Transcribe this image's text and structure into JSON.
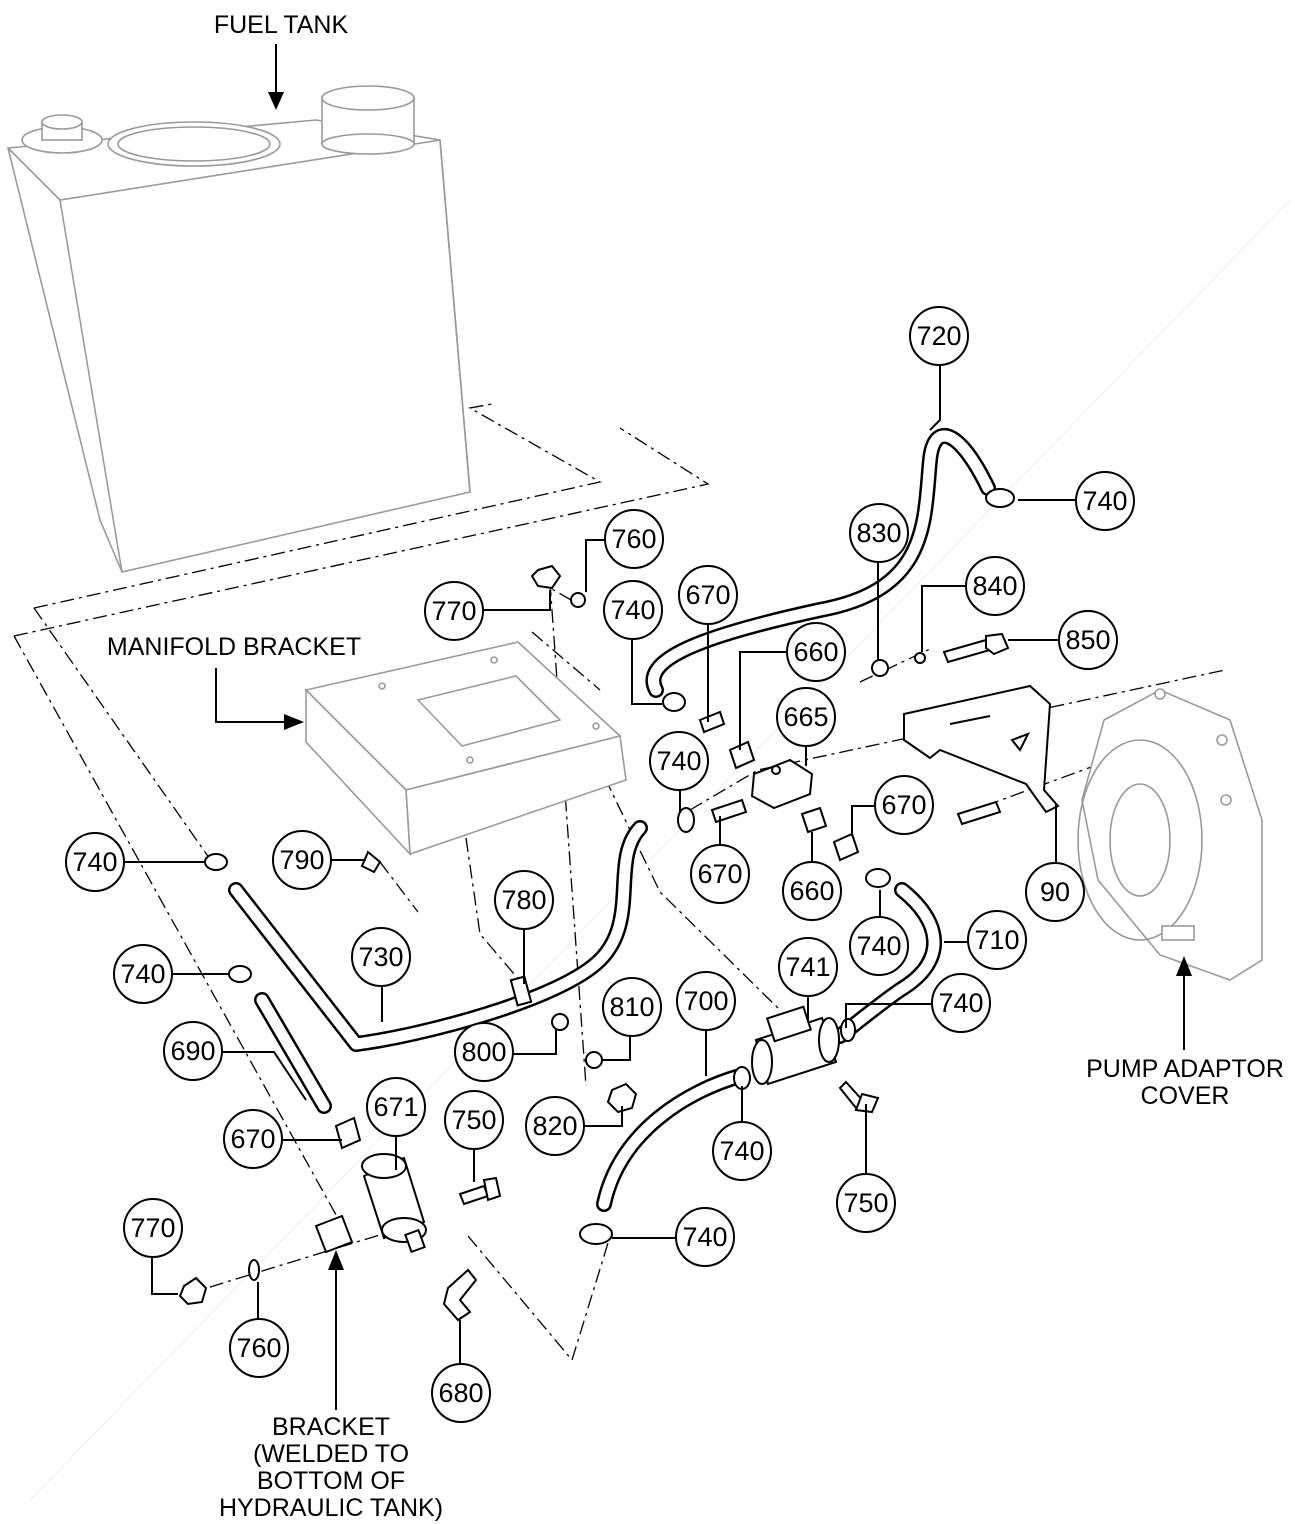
{
  "labels": {
    "fuel_tank": "FUEL TANK",
    "manifold_bracket": "MANIFOLD BRACKET",
    "pump_adaptor_line1": "PUMP ADAPTOR",
    "pump_adaptor_line2": "COVER",
    "bracket_line1": "BRACKET",
    "bracket_line2": "(WELDED TO",
    "bracket_line3": "BOTTOM OF",
    "bracket_line4": "HYDRAULIC TANK)"
  },
  "callouts": [
    {
      "id": "c720",
      "text": "720"
    },
    {
      "id": "c740a",
      "text": "740"
    },
    {
      "id": "c760a",
      "text": "760"
    },
    {
      "id": "c830",
      "text": "830"
    },
    {
      "id": "c770a",
      "text": "770"
    },
    {
      "id": "c740b",
      "text": "740"
    },
    {
      "id": "c670a",
      "text": "670"
    },
    {
      "id": "c840",
      "text": "840"
    },
    {
      "id": "c660a",
      "text": "660"
    },
    {
      "id": "c850",
      "text": "850"
    },
    {
      "id": "c665",
      "text": "665"
    },
    {
      "id": "c740c",
      "text": "740"
    },
    {
      "id": "c670b",
      "text": "670"
    },
    {
      "id": "c740d",
      "text": "740"
    },
    {
      "id": "c790",
      "text": "790"
    },
    {
      "id": "c670c",
      "text": "670"
    },
    {
      "id": "c660b",
      "text": "660"
    },
    {
      "id": "c90",
      "text": "90"
    },
    {
      "id": "c780",
      "text": "780"
    },
    {
      "id": "c740e",
      "text": "740"
    },
    {
      "id": "c710",
      "text": "710"
    },
    {
      "id": "c730",
      "text": "730"
    },
    {
      "id": "c741",
      "text": "741"
    },
    {
      "id": "c740f",
      "text": "740"
    },
    {
      "id": "c740g",
      "text": "740"
    },
    {
      "id": "c810",
      "text": "810"
    },
    {
      "id": "c700",
      "text": "700"
    },
    {
      "id": "c800",
      "text": "800"
    },
    {
      "id": "c690",
      "text": "690"
    },
    {
      "id": "c820",
      "text": "820"
    },
    {
      "id": "c671",
      "text": "671"
    },
    {
      "id": "c750a",
      "text": "750"
    },
    {
      "id": "c740h",
      "text": "740"
    },
    {
      "id": "c670d",
      "text": "670"
    },
    {
      "id": "c750b",
      "text": "750"
    },
    {
      "id": "c770b",
      "text": "770"
    },
    {
      "id": "c740i",
      "text": "740"
    },
    {
      "id": "c760b",
      "text": "760"
    },
    {
      "id": "c680",
      "text": "680"
    }
  ]
}
